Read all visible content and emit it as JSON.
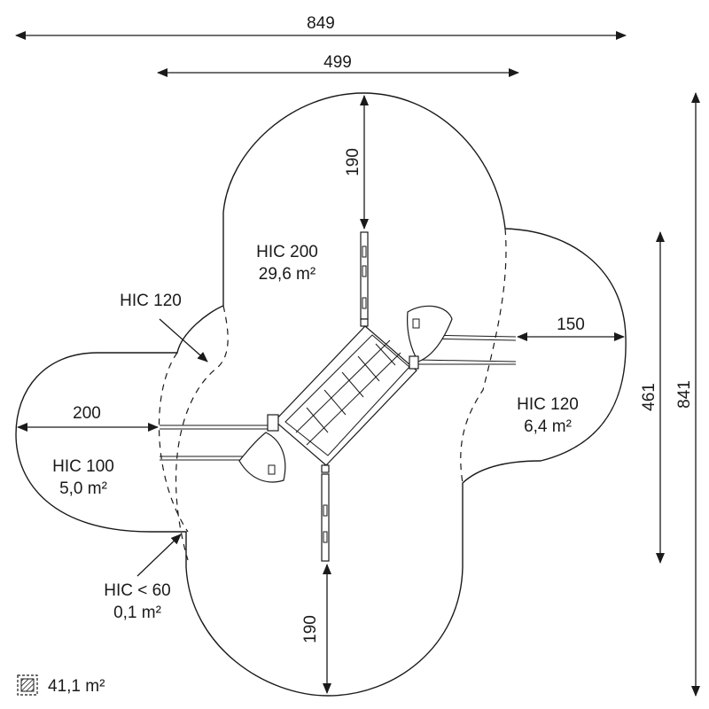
{
  "dimensions": {
    "total_width": "849",
    "inner_width": "499",
    "total_height": "841",
    "right_height": "461",
    "top_depth": "190",
    "bottom_depth": "190",
    "left_depth": "200",
    "right_depth": "150"
  },
  "zones": {
    "top": {
      "hic": "HIC 200",
      "area": "29,6 m²"
    },
    "right": {
      "hic": "HIC 120",
      "area": "6,4 m²"
    },
    "left": {
      "hic": "HIC 100",
      "area": "5,0 m²"
    },
    "small_bottom_left": {
      "hic": "HIC < 60",
      "area": "0,1 m²"
    },
    "pointer_top_left": {
      "hic": "HIC 120"
    }
  },
  "legend": {
    "total_area": "41,1 m²",
    "icon": "hatched-surface-icon"
  }
}
